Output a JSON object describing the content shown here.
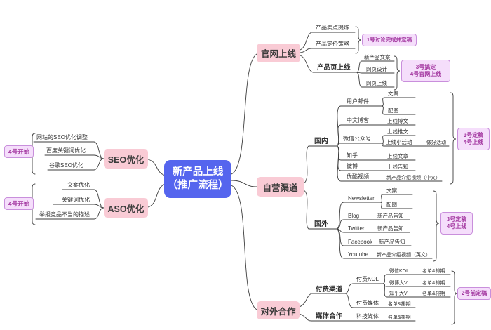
{
  "center": {
    "line1": "新产品上线",
    "line2": "（推广流程）"
  },
  "seo": {
    "label": "SEO优化",
    "note": "4号开始",
    "children": [
      "网站的SEO优化调整",
      "百度关键词优化",
      "谷歌SEO优化"
    ]
  },
  "aso": {
    "label": "ASO优化",
    "note": "4号开始",
    "children": [
      "文案优化",
      "关键词优化",
      "举报竞品不当的描述"
    ]
  },
  "site": {
    "label": "官网上线",
    "selling": "产品卖点提炼",
    "pricing": "产品定价策略",
    "note1": "1号讨论完成并定稿",
    "page": "产品页上线",
    "page_children": [
      "新产品文案",
      "网页设计",
      "网页上线"
    ],
    "note2": {
      "line1": "3号搞定",
      "line2": "4号官网上线"
    }
  },
  "own": {
    "label": "自营渠道",
    "domestic": {
      "label": "国内",
      "email": "用户邮件",
      "email_copy": "文案",
      "email_img": "配图",
      "blog": "中文博客",
      "blog_post": "上线博文",
      "wechat": "微信公众号",
      "wechat_post": "上线推文",
      "wechat_event": "上线小活动",
      "wechat_event_child": "做好活动",
      "zhihu": "知乎",
      "zhihu_post": "上线文章",
      "weibo": "微博",
      "weibo_post": "上线告知",
      "youku": "优酷视频",
      "youku_video": "新产品介绍视频（中文）",
      "note": {
        "line1": "3号定稿",
        "line2": "4号上线"
      }
    },
    "overseas": {
      "label": "国外",
      "newsletter": "Newsletter",
      "newsletter_copy": "文案",
      "newsletter_img": "配图",
      "blog": "Blog",
      "blog_post": "新产品告知",
      "twitter": "Twitter",
      "twitter_post": "新产品告知",
      "facebook": "Facebook",
      "facebook_post": "新产品告知",
      "youtube": "Youtube",
      "youtube_video": "新产品介绍视频（英文）",
      "note": {
        "line1": "3号定稿",
        "line2": "4号上线"
      }
    }
  },
  "coop": {
    "label": "对外合作",
    "paid": "付费渠道",
    "kol": "付费KOL",
    "kol_rows": [
      {
        "name": "微信KOL",
        "value": "名单&排期"
      },
      {
        "name": "微博大V",
        "value": "名单&排期"
      },
      {
        "name": "知乎大V",
        "value": "名单&排期"
      }
    ],
    "paid_media": "付费媒体",
    "paid_media_value": "名单&排期",
    "media": "媒体合作",
    "tech_media": "科技媒体",
    "tech_media_value": "名单&排期",
    "note": "2号前定稿"
  }
}
